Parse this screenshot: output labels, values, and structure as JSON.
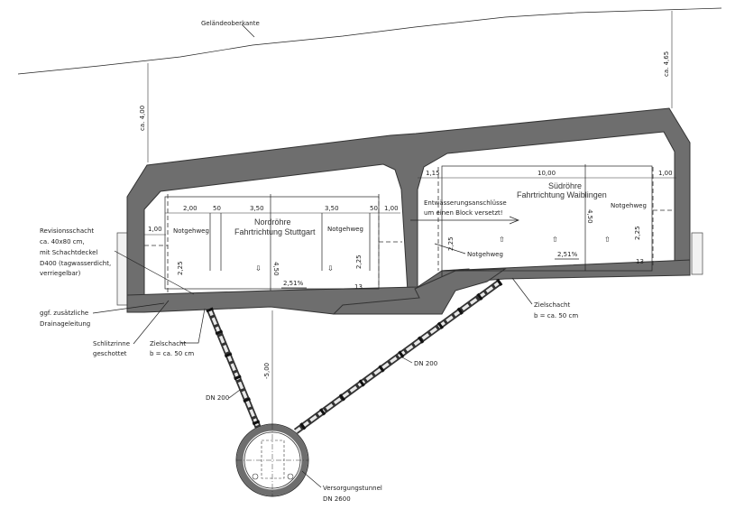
{
  "drawing": {
    "terrain_label": "Geländeoberkante",
    "cover_left": "ca. 4,00",
    "cover_right": "ca. 4,65",
    "north_tube": {
      "title_line1": "Nordröhre",
      "title_line2": "Fahrtrichtung Stuttgart",
      "dims_top": [
        "2,00",
        "50",
        "3,50",
        "3,50",
        "50",
        "1,00"
      ],
      "dim_left": "1,00",
      "height": "4,50",
      "walkway_height_left": "2,25",
      "walkway_height_right": "2,25",
      "walkway_left": "Notgehweg",
      "walkway_right": "Notgehweg",
      "slope": "2,51%",
      "curb": "13"
    },
    "south_tube": {
      "title_line1": "Südröhre",
      "title_line2": "Fahrtrichtung Waiblingen",
      "dims_top": [
        "1,15",
        "10,00",
        "1,00"
      ],
      "height": "4,50",
      "walkway_height_left": "2,25",
      "walkway_height_right": "2,25",
      "walkway_left": "Notgehweg",
      "walkway_right": "Notgehweg",
      "slope": "2,51%",
      "curb": "13",
      "note_line1": "Entwässerungsanschlüsse",
      "note_line2": "um einen Block versetzt!"
    },
    "annotations": {
      "revision_shaft": [
        "Revisionsschacht",
        "ca. 40x80 cm,",
        "mit Schachtdeckel",
        "D400 (tagwasserdicht,",
        "verriegelbar)"
      ],
      "drainage": [
        "ggf. zusätzliche",
        "Drainageleitung"
      ],
      "slot_channel": [
        "Schlitzrinne",
        "geschottet"
      ],
      "target_shaft_left": [
        "Zielschacht",
        "b = ca. 50 cm"
      ],
      "target_shaft_right": [
        "Zielschacht",
        "b = ca. 50 cm"
      ],
      "pipe_left": "DN 200",
      "pipe_right": "DN 200",
      "depth": "-5,00",
      "supply_tunnel": [
        "Versorgungstunnel",
        "DN 2600"
      ]
    }
  }
}
